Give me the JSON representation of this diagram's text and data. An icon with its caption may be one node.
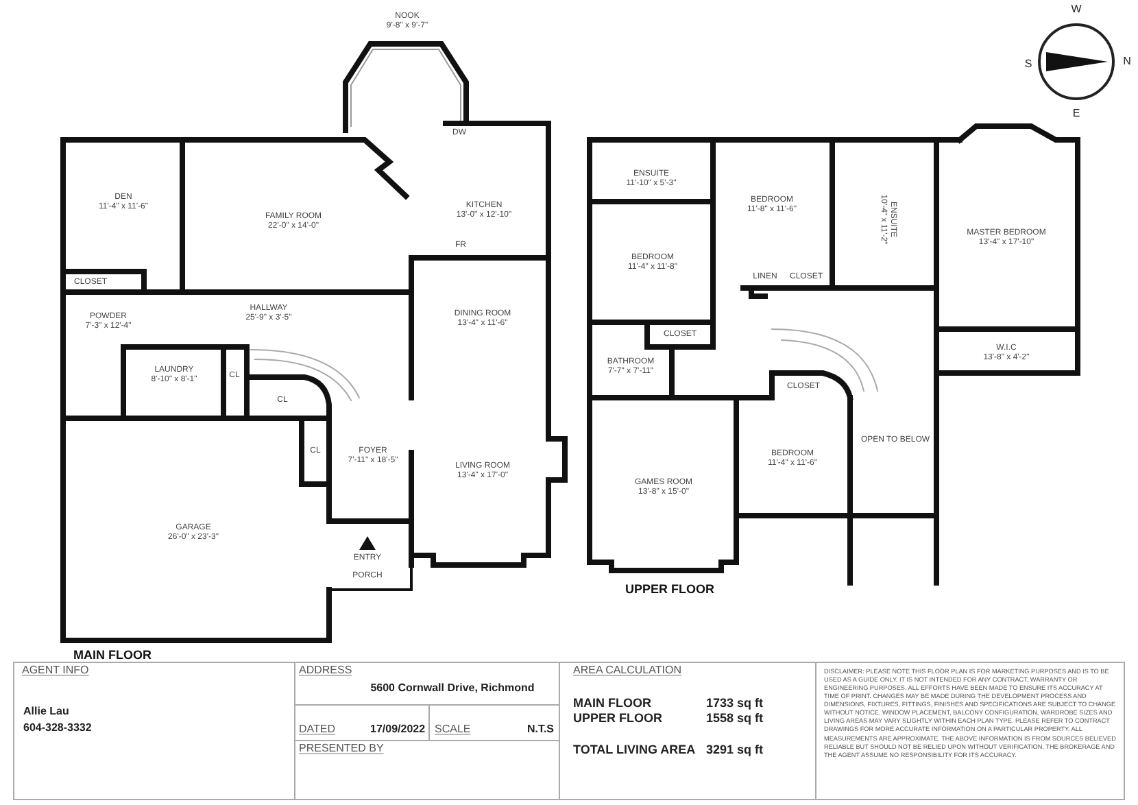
{
  "diagram": {
    "labels": [
      "NOOK",
      "9'-8\" x 9'-7\"",
      "W",
      "S",
      "N",
      "E",
      "DW",
      "DEN",
      "11'-4\" x 11'-6\"",
      "FAMILY ROOM",
      "22'-0\" x 14'-0\"",
      "KITCHEN",
      "13'-0\" x 12'-10\"",
      "FR",
      "CLOSET",
      "POWDER",
      "7'-3\" x 12'-4\"",
      "HALLWAY",
      "25'-9\" x 3'-5\"",
      "DINING ROOM",
      "13'-4\" x 11'-6\"",
      "LAUNDRY",
      "8'-10\" x 8'-1\"",
      "CL",
      "CL",
      "CL",
      "FOYER",
      "7'-11\" x 18'-5\"",
      "LIVING ROOM",
      "13'-4\" x 17'-0\"",
      "GARAGE",
      "26'-0\" x 23'-3\"",
      "ENTRY",
      "PORCH",
      "MAIN FLOOR",
      "ENSUITE",
      "11'-10\" x 5'-3\"",
      "BEDROOM",
      "11'-8\" x 11'-6\"",
      "ENSUITE",
      "10'-4\" x 11'-2\"",
      "MASTER BEDROOM",
      "13'-4\" x 17'-10\"",
      "BEDROOM",
      "11'-4\" x 11'-8\"",
      "LINEN",
      "CLOSET",
      "CLOSET",
      "W.I.C",
      "13'-8\" x 4'-2\"",
      "BATHROOM",
      "7'-7\" x 7'-11\"",
      "CLOSET",
      "OPEN TO BELOW",
      "BEDROOM",
      "11'-4\" x 11'-6\"",
      "GAMES ROOM",
      "13'-8\" x 15'-0\"",
      "UPPER FLOOR",
      "AGENT INFO",
      "ADDRESS",
      "AREA CALCULATION",
      "DISCLAIMER: PLEASE NOTE THIS FLOOR PLAN IS FOR MARKETING PURPOSES AND IS TO BE USED AS A GUIDE ONLY. IT IS NOT INTENDED FOR ANY CONTRACT, WARRANTY OR ENGINEERING PURPOSES. ALL EFFORTS HAVE BEEN MADE TO ENSURE ITS ACCURACY AT TIME OF PRINT. CHANGES MAY BE MADE DURING THE DEVELOPMENT PROCESS AND DIMENSIONS, FIXTURES, FITTINGS, FINISHES AND SPECIFICATIONS ARE SUBJECT TO CHANGE WITHOUT NOTICE. WINDOW PLACEMENT, BALCONY CONFIGURATION, WARDROBE SIZES AND LIVING AREAS MAY VARY SLIGHTLY WITHIN EACH PLAN TYPE. PLEASE REFER TO CONTRACT DRAWINGS FOR MORE ACCURATE INFORMATION ON A PARTICULAR PROPERTY. ALL MEASUREMENTS ARE APPROXIMATE. THE ABOVE INFORMATION IS FROM SOURCES BELIEVED RELIABLE BUT SHOULD NOT BE RELIED UPON WITHOUT VERIFICATION. THE BROKERAGE AND THE AGENT ASSUME NO RESPONSIBILITY FOR ITS ACCURACY.",
      "5600 Cornwall Drive, Richmond",
      "MAIN FLOOR",
      "1733 sq ft",
      "Allie Lau",
      "UPPER FLOOR",
      "1558 sq ft",
      "604-328-3332",
      "DATED",
      "17/09/2022",
      "SCALE",
      "N.T.S",
      "PRESENTED BY",
      "TOTAL LIVING AREA",
      "3291 sq ft"
    ]
  }
}
